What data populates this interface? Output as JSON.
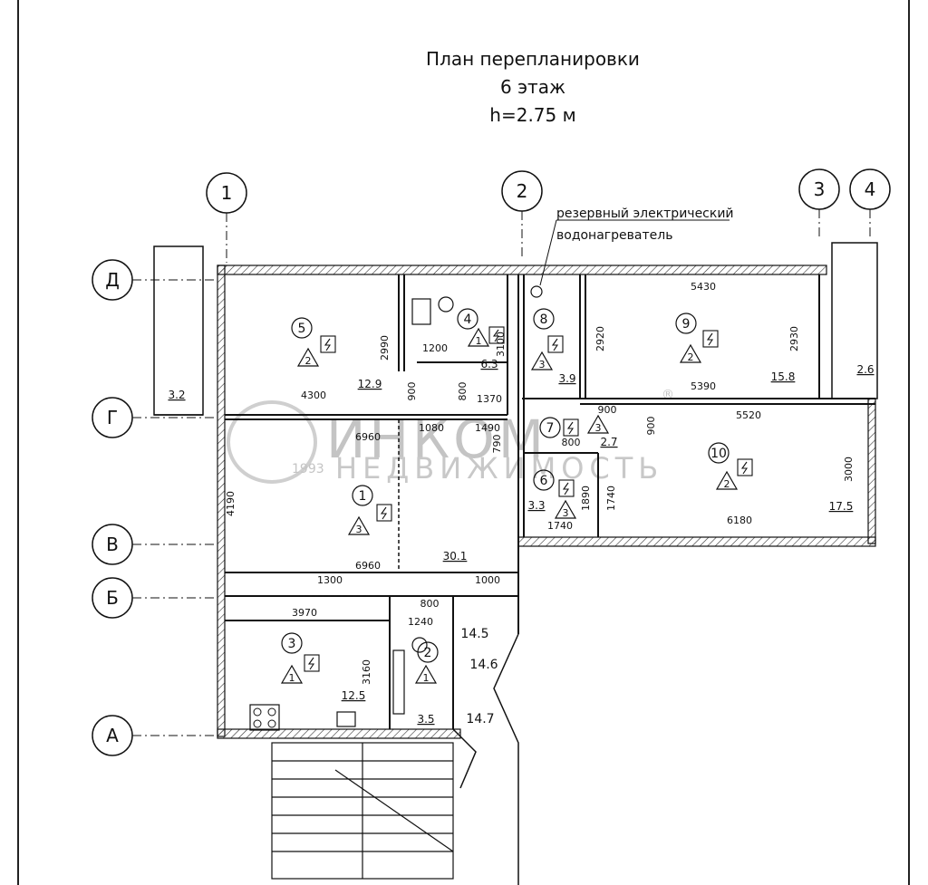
{
  "title": {
    "line1": "План перепланировки",
    "line2": "6 этаж",
    "line3": "h=2.75 м"
  },
  "axes_top": [
    "1",
    "2",
    "3",
    "4"
  ],
  "axes_left": [
    "Д",
    "Г",
    "В",
    "Б",
    "А"
  ],
  "note": {
    "line1": "резервный электрический",
    "line2": "водонагреватель"
  },
  "rooms": [
    {
      "id": "r5",
      "num": "5",
      "area": "12.9",
      "mark": "2"
    },
    {
      "id": "r4",
      "num": "4",
      "area": "6.3",
      "mark": "1"
    },
    {
      "id": "r8",
      "num": "8",
      "area": "3.9",
      "mark": "3"
    },
    {
      "id": "r9",
      "num": "9",
      "area": "15.8",
      "mark": "2"
    },
    {
      "id": "r7",
      "num": "7",
      "area": "2.7",
      "mark": "3"
    },
    {
      "id": "r10",
      "num": "10",
      "area": "17.5",
      "mark": "2"
    },
    {
      "id": "r6",
      "num": "6",
      "area": "3.3",
      "mark": "3"
    },
    {
      "id": "r1",
      "num": "1",
      "area": "30.1",
      "mark": "3"
    },
    {
      "id": "r3",
      "num": "3",
      "area": "12.5",
      "mark": "1"
    },
    {
      "id": "r2",
      "num": "2",
      "area": "3.5",
      "mark": "1"
    }
  ],
  "outside_areas": {
    "balcony_left": "3.2",
    "balcony_right": "2.6",
    "corridor_a": "14.5",
    "corridor_b": "14.6",
    "corridor_c": "14.7"
  },
  "dimensions": {
    "d4300": "4300",
    "d2990": "2990",
    "d1200": "1200",
    "d3100": "3100",
    "d900a": "900",
    "d800a": "800",
    "d1370": "1370",
    "d1080": "1080",
    "d1490": "1490",
    "d790": "790",
    "d6960a": "6960",
    "d4190": "4190",
    "d6960b": "6960",
    "d5430": "5430",
    "d2920": "2920",
    "d2930": "2930",
    "d5390": "5390",
    "d900b": "900",
    "d900c": "900",
    "d800b": "800",
    "d5520": "5520",
    "d3000": "3000",
    "d6180": "6180",
    "d1890": "1890",
    "d1740a": "1740",
    "d1740b": "1740",
    "d1300": "1300",
    "d1000": "1000",
    "d800c": "800",
    "d3970": "3970",
    "d3160": "3160",
    "d1240": "1240"
  },
  "watermark": {
    "brand": "ИНКОМ",
    "sub": "НЕДВИЖИМОСТЬ",
    "year": "1993",
    "reg": "®"
  }
}
